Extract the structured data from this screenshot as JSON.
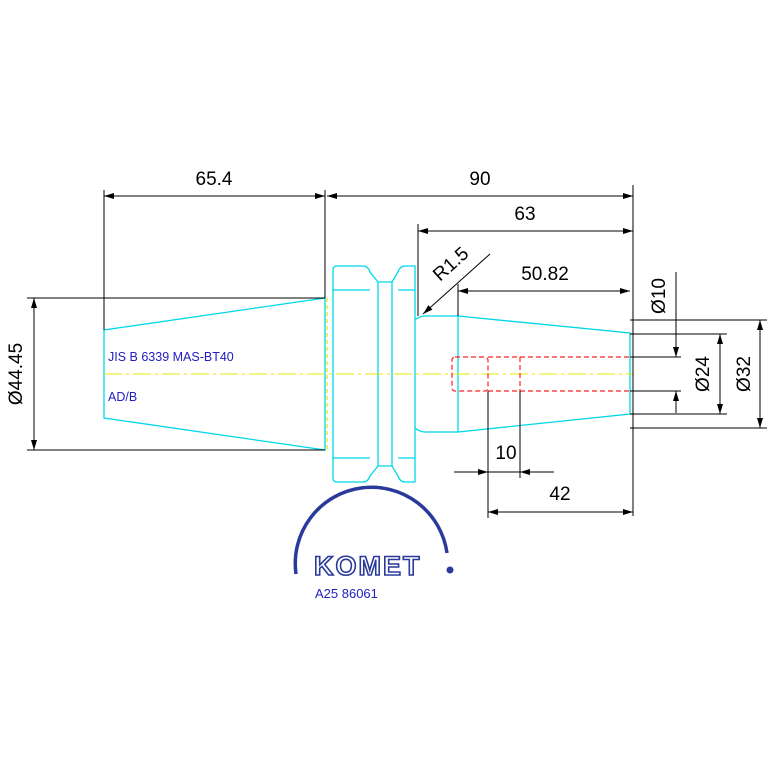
{
  "dimensions": {
    "taper_length": "65.4",
    "total_length": "90",
    "flange_to_end": "63",
    "radius": "R1.5",
    "bore_length": "50.82",
    "bore_dia_10": "Ø10",
    "bore_dia_24": "Ø24",
    "shank_dia_32": "Ø32",
    "taper_dia": "Ø44.45",
    "hole_depth": "10",
    "hole_length": "42"
  },
  "notes": {
    "standard": "JIS B 6339 MAS-BT40",
    "form": "AD/B"
  },
  "logo": {
    "brand": "KOMET",
    "part_number": "A25 86061"
  },
  "colors": {
    "outline": "#00d8e8",
    "dimension": "#000000",
    "centerline": "#e8e800",
    "hidden": "#ff2020",
    "note_text": "#2020c0",
    "logo": "#2a3a9a"
  }
}
